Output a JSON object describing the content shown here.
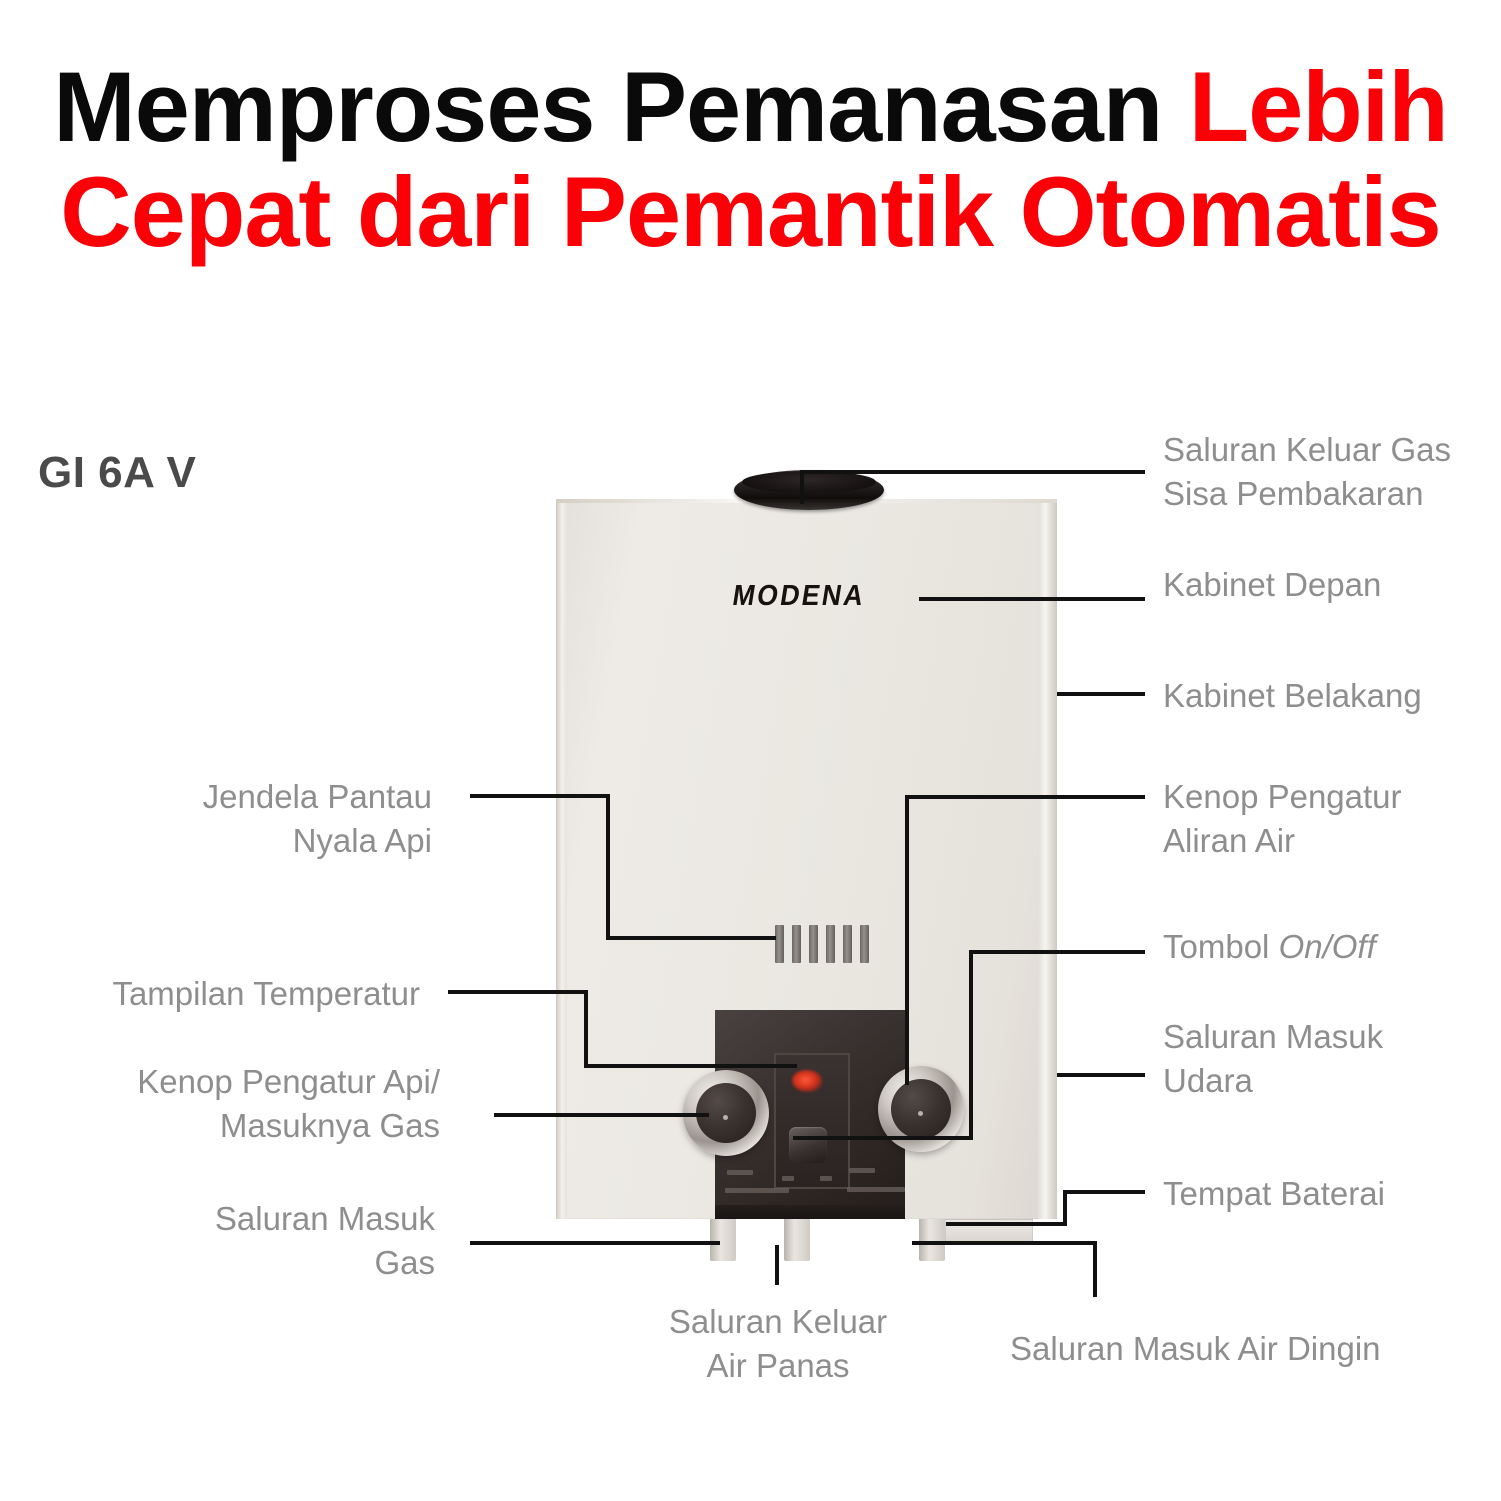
{
  "headline": {
    "line1_black": "Memproses Pemanasan ",
    "line1_red": "Lebih",
    "line2_red": "Cepat dari Pemantik Otomatis"
  },
  "product": {
    "model_name": "GI 6A V",
    "brand": "MODENA",
    "body_color": "#eae7e1",
    "console_color": "#2e2724",
    "flame_indicator_color": "#d4311b",
    "label_color": "#8e8e8e",
    "accent_red": "#fb0007"
  },
  "callouts": {
    "right": [
      {
        "id": "gas-outlet",
        "text": "Saluran Keluar Gas\nSisa Pembakaran"
      },
      {
        "id": "front-cabinet",
        "text": "Kabinet Depan"
      },
      {
        "id": "rear-cabinet",
        "text": "Kabinet Belakang"
      },
      {
        "id": "water-flow-knob",
        "text": "Kenop Pengatur\nAliran Air"
      },
      {
        "id": "on-off-button",
        "text": "Tombol ",
        "emphasis": "On/Off"
      },
      {
        "id": "air-inlet",
        "text": "Saluran Masuk\nUdara"
      },
      {
        "id": "battery-holder",
        "text": "Tempat Baterai"
      }
    ],
    "left": [
      {
        "id": "flame-window",
        "text": "Jendela Pantau\nNyala Api"
      },
      {
        "id": "temperature-display",
        "text": "Tampilan Temperatur"
      },
      {
        "id": "fire-gas-knob",
        "text": "Kenop Pengatur Api/\nMasuknya Gas"
      },
      {
        "id": "gas-inlet",
        "text": "Saluran Masuk\nGas"
      }
    ],
    "bottom": [
      {
        "id": "hot-water-outlet",
        "text": "Saluran Keluar\nAir Panas"
      },
      {
        "id": "cold-water-inlet",
        "text": "Saluran Masuk Air Dingin"
      }
    ]
  }
}
